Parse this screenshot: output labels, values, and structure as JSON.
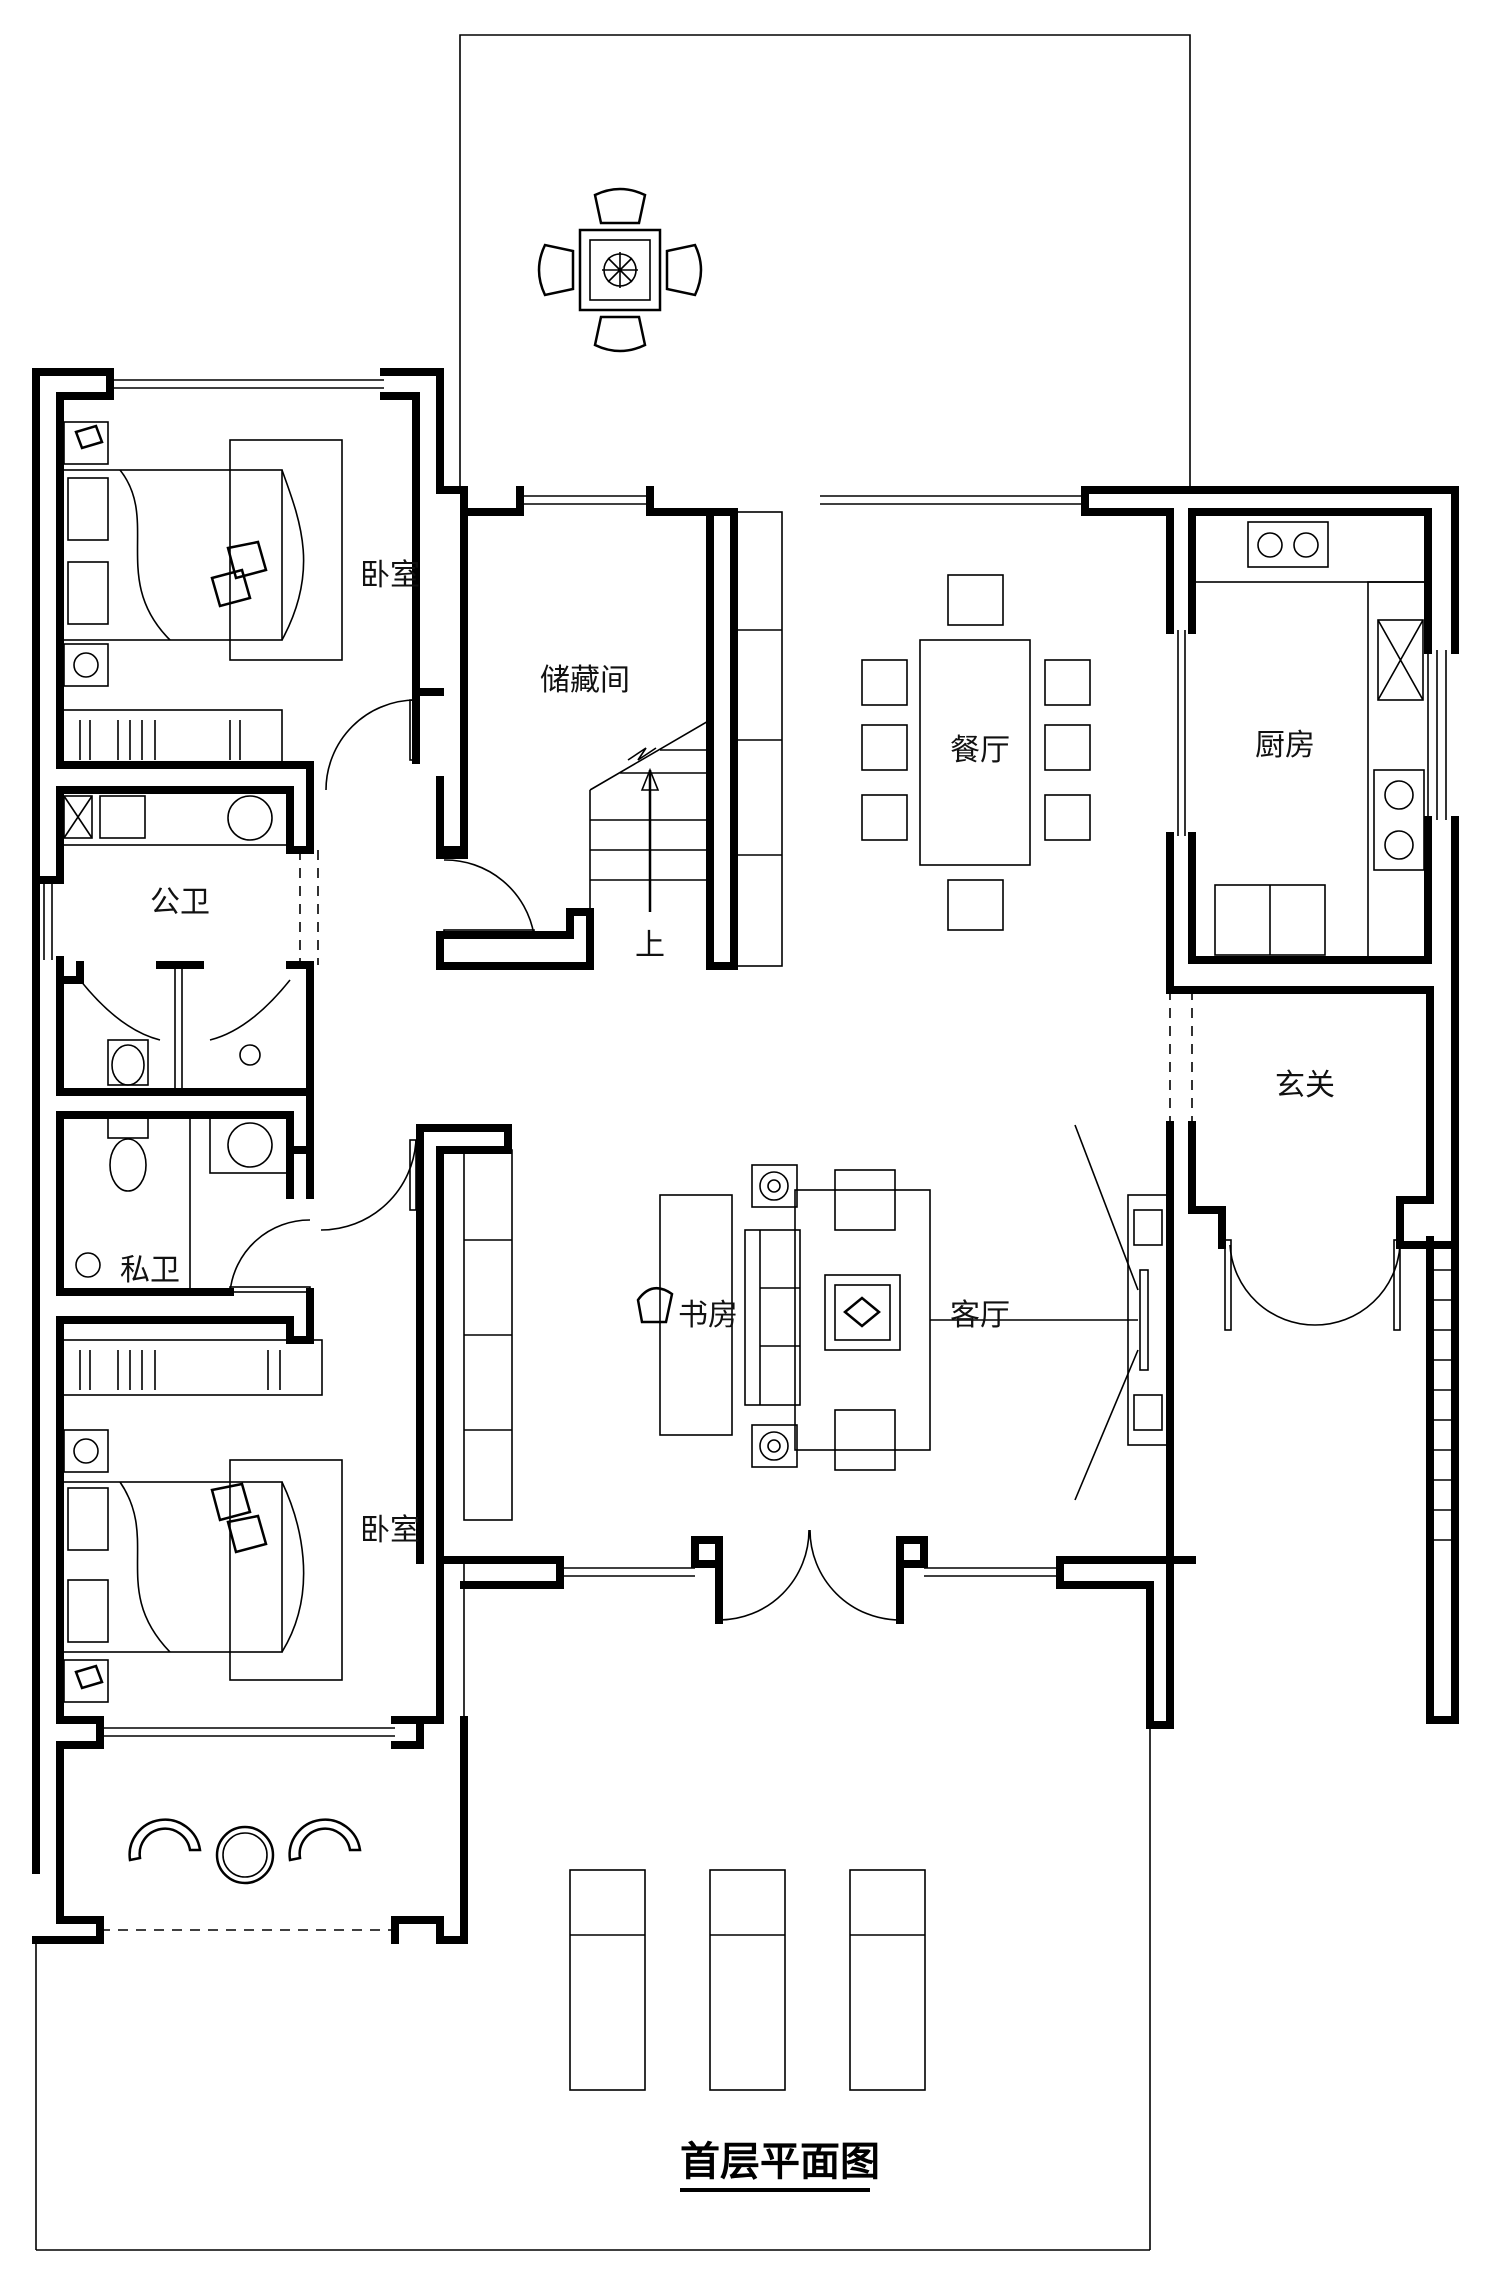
{
  "plan": {
    "title": "首层平面图",
    "rooms": {
      "bedroom_top": "卧室",
      "storage": "储藏间",
      "dining": "餐厅",
      "kitchen": "厨房",
      "public_bath": "公卫",
      "foyer": "玄关",
      "private_bath": "私卫",
      "study": "书房",
      "living": "客厅",
      "bedroom_bottom": "卧室"
    },
    "stair_up": "上"
  }
}
